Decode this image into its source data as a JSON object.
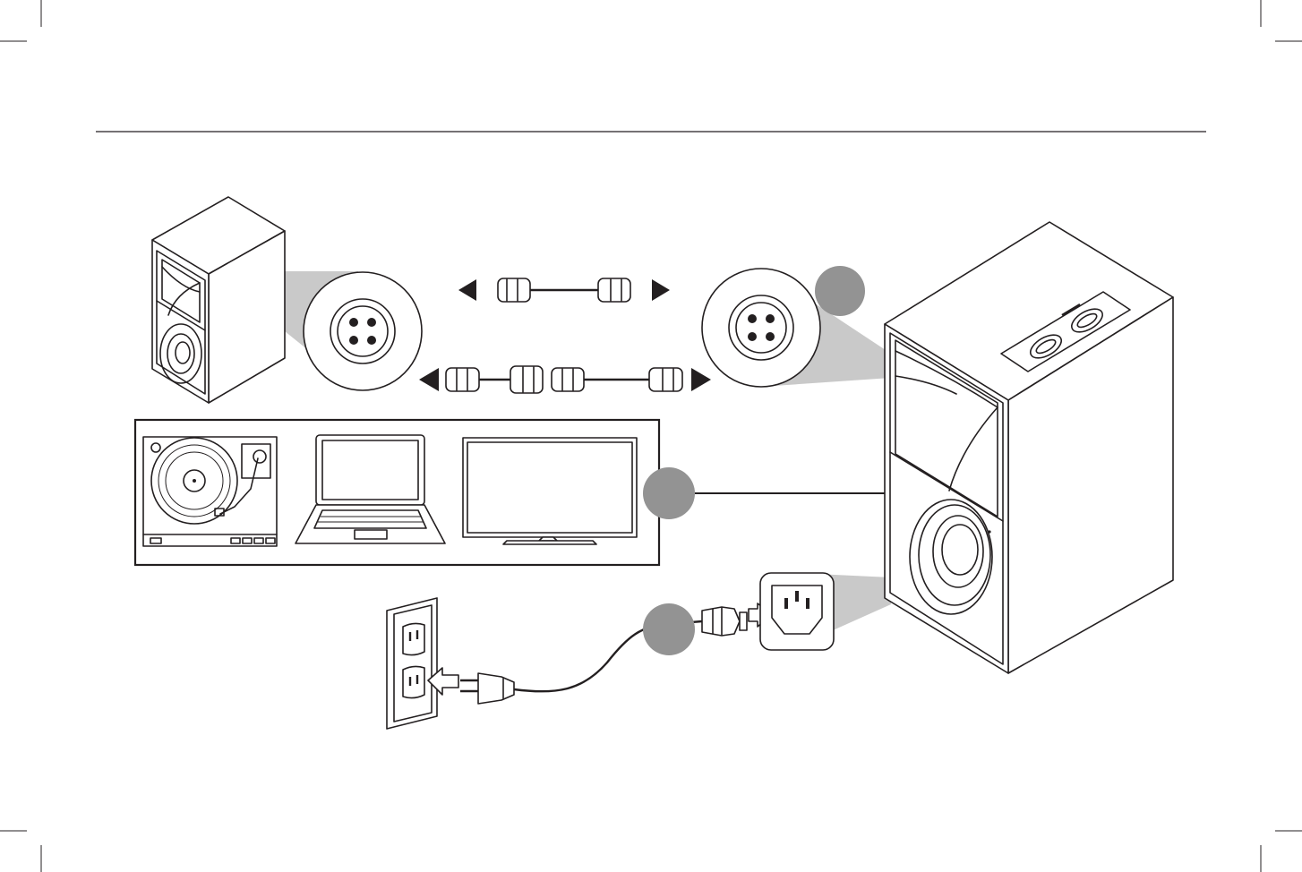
{
  "diagram": {
    "kind": "speaker-connection-illustration",
    "colors": {
      "line": "#231f20",
      "callout": "#c9c9c9",
      "badge": "#939393",
      "background": "#ffffff"
    },
    "step_badges": [
      {
        "id": "1",
        "label": ""
      },
      {
        "id": "2",
        "label": ""
      },
      {
        "id": "3",
        "label": ""
      }
    ],
    "icons": [
      "passive-speaker-icon",
      "active-speaker-icon",
      "four-pin-connector-icon",
      "speaker-cable-icon",
      "extension-cable-icon",
      "turntable-icon",
      "laptop-icon",
      "tv-icon",
      "wall-outlet-icon",
      "power-cord-icon",
      "iec-inlet-icon"
    ]
  }
}
